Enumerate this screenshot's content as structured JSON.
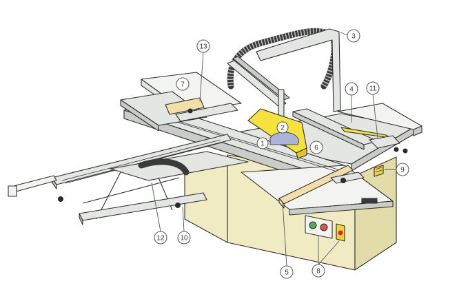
{
  "callouts": [
    {
      "id": "2",
      "label": "2"
    },
    {
      "id": "1",
      "label": "1"
    },
    {
      "id": "3",
      "label": "3"
    },
    {
      "id": "4",
      "label": "4"
    },
    {
      "id": "5",
      "label": "5"
    },
    {
      "id": "6",
      "label": "6"
    },
    {
      "id": "7",
      "label": "7"
    },
    {
      "id": "8",
      "label": "8"
    },
    {
      "id": "9",
      "label": "9"
    },
    {
      "id": "10",
      "label": "10"
    },
    {
      "id": "11",
      "label": "11"
    },
    {
      "id": "12",
      "label": "12"
    },
    {
      "id": "13",
      "label": "13"
    }
  ],
  "colors": {
    "cabinet": "#f0ebc2",
    "guard": "#f5e23c",
    "metal": "#e4e6e3",
    "hose": "#3a3a3a",
    "blade": "#a9b4d8"
  }
}
